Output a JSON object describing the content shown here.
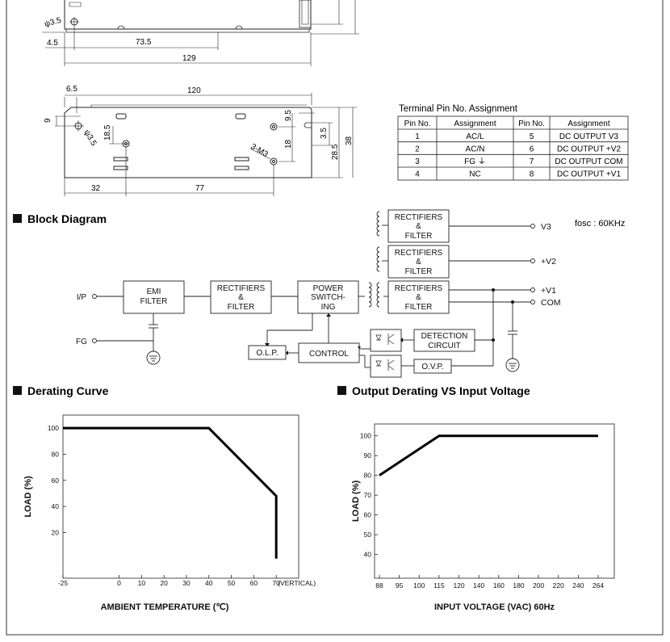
{
  "drawing1": {
    "dims": {
      "hole": "ψ3.5",
      "d1": "4.5",
      "d2": "73.5",
      "d3": "129"
    }
  },
  "drawing2": {
    "dims": {
      "d65": "6.5",
      "d120": "120",
      "d9": "9",
      "d185": "18.5",
      "d95": "9.5",
      "d18": "18",
      "d35": "3.5",
      "d285": "28.5",
      "d38": "38",
      "d32": "32",
      "d77": "77",
      "hole": "ψ3.5",
      "screw": "3-M3"
    }
  },
  "pin_table": {
    "title": "Terminal Pin No.  Assignment",
    "headers": [
      "Pin No.",
      "Assignment",
      "Pin No.",
      "Assignment"
    ],
    "rows": [
      [
        "1",
        "AC/L",
        "5",
        "DC OUTPUT V3"
      ],
      [
        "2",
        "AC/N",
        "6",
        "DC OUTPUT +V2"
      ],
      [
        "3",
        "FG ⏚",
        "7",
        "DC OUTPUT COM"
      ],
      [
        "4",
        "NC",
        "8",
        "DC OUTPUT +V1"
      ]
    ]
  },
  "block_diagram": {
    "heading": "Block Diagram",
    "fosc": "fosc : 60KHz",
    "ip": "I/P",
    "fg": "FG",
    "emi": [
      "EMI",
      "FILTER"
    ],
    "rect_in": [
      "RECTIFIERS",
      "&",
      "FILTER"
    ],
    "power_sw": [
      "POWER",
      "SWITCH-",
      "ING"
    ],
    "rect_out": [
      "RECTIFIERS",
      "&",
      "FILTER"
    ],
    "olp": "O.L.P.",
    "control": "CONTROL",
    "detection": [
      "DETECTION",
      "CIRCUIT"
    ],
    "ovp": "O.V.P.",
    "outputs": [
      "V3",
      "+V2",
      "+V1",
      "COM"
    ]
  },
  "derating": {
    "heading": "Derating Curve",
    "chart_data": {
      "type": "line",
      "x": [
        -25,
        40,
        70,
        70
      ],
      "y": [
        100,
        100,
        48,
        0
      ],
      "xticks": [
        "-25",
        "0",
        "10",
        "20",
        "30",
        "40",
        "50",
        "60",
        "70"
      ],
      "yticks": [
        "100",
        "80",
        "60",
        "40",
        "20"
      ],
      "xlabel": "AMBIENT TEMPERATURE (℃)",
      "ylabel": "LOAD (%)",
      "annotation": "(VERTICAL)",
      "xlim": [
        -25,
        80
      ],
      "ylim": [
        -15,
        110
      ]
    }
  },
  "output_derating": {
    "heading": "Output Derating VS Input Voltage",
    "chart_data": {
      "type": "line",
      "categories": [
        "88",
        "95",
        "100",
        "115",
        "120",
        "140",
        "160",
        "180",
        "200",
        "220",
        "240",
        "264"
      ],
      "y": [
        80,
        null,
        null,
        100,
        100,
        100,
        100,
        100,
        100,
        100,
        100,
        100
      ],
      "yticks": [
        "100",
        "90",
        "80",
        "70",
        "60",
        "50",
        "40"
      ],
      "xlabel": "INPUT VOLTAGE (VAC) 60Hz",
      "ylabel": "LOAD (%)",
      "ylim": [
        28,
        106
      ]
    }
  }
}
